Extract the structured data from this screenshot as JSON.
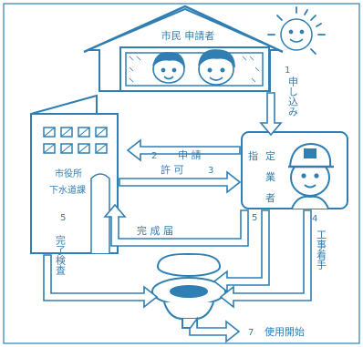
{
  "house": {
    "label": "市民 申請者"
  },
  "city_office": {
    "line1": "市役所",
    "line2": "下水道課"
  },
  "contractor": {
    "label_col1": "指",
    "label_col2a": "定",
    "label_col2b": "業",
    "label_col2c": "者"
  },
  "flows": {
    "s1": {
      "num": "1",
      "text": "申し込み"
    },
    "s2": {
      "num": "2",
      "text": "申 請"
    },
    "s3": {
      "num": "3",
      "text": "許 可"
    },
    "s4": {
      "num": "4",
      "text": "工事着手"
    },
    "s5a": {
      "num": "5",
      "text": "完了検査"
    },
    "s5b": {
      "num": "5"
    },
    "s6": {
      "text": "完 成 届"
    },
    "s7": {
      "num": "7",
      "text": "使用開始"
    }
  },
  "colors": {
    "line": "#2f7fb3",
    "pale": "#dff0f9",
    "sky": "#cfe8f5"
  }
}
